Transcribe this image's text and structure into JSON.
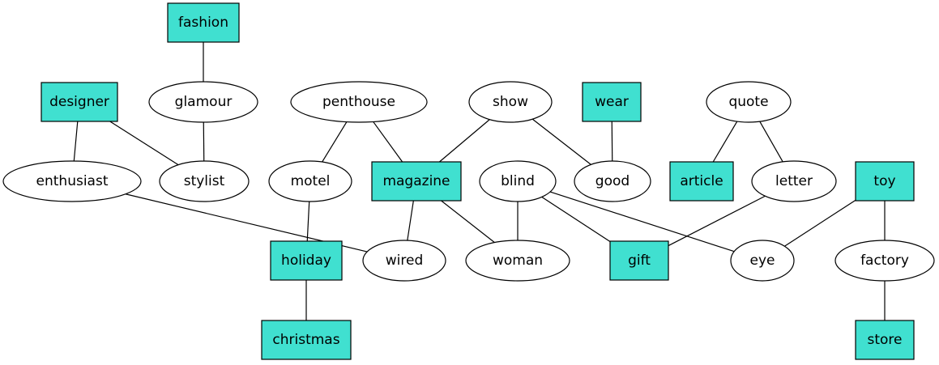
{
  "colors": {
    "box_fill": "#40E0D0",
    "ellipse_fill": "#ffffff",
    "stroke": "#000000"
  },
  "nodes": [
    {
      "id": "fashion",
      "label": "fashion",
      "shape": "box"
    },
    {
      "id": "designer",
      "label": "designer",
      "shape": "box"
    },
    {
      "id": "glamour",
      "label": "glamour",
      "shape": "ellipse"
    },
    {
      "id": "penthouse",
      "label": "penthouse",
      "shape": "ellipse"
    },
    {
      "id": "show",
      "label": "show",
      "shape": "ellipse"
    },
    {
      "id": "wear",
      "label": "wear",
      "shape": "box"
    },
    {
      "id": "quote",
      "label": "quote",
      "shape": "ellipse"
    },
    {
      "id": "enthusiast",
      "label": "enthusiast",
      "shape": "ellipse"
    },
    {
      "id": "stylist",
      "label": "stylist",
      "shape": "ellipse"
    },
    {
      "id": "motel",
      "label": "motel",
      "shape": "ellipse"
    },
    {
      "id": "magazine",
      "label": "magazine",
      "shape": "box"
    },
    {
      "id": "blind",
      "label": "blind",
      "shape": "ellipse"
    },
    {
      "id": "good",
      "label": "good",
      "shape": "ellipse"
    },
    {
      "id": "article",
      "label": "article",
      "shape": "box"
    },
    {
      "id": "letter",
      "label": "letter",
      "shape": "ellipse"
    },
    {
      "id": "toy",
      "label": "toy",
      "shape": "box"
    },
    {
      "id": "holiday",
      "label": "holiday",
      "shape": "box"
    },
    {
      "id": "wired",
      "label": "wired",
      "shape": "ellipse"
    },
    {
      "id": "woman",
      "label": "woman",
      "shape": "ellipse"
    },
    {
      "id": "gift",
      "label": "gift",
      "shape": "box"
    },
    {
      "id": "eye",
      "label": "eye",
      "shape": "ellipse"
    },
    {
      "id": "factory",
      "label": "factory",
      "shape": "ellipse"
    },
    {
      "id": "christmas",
      "label": "christmas",
      "shape": "box"
    },
    {
      "id": "store",
      "label": "store",
      "shape": "box"
    }
  ],
  "edges": [
    [
      "fashion",
      "glamour"
    ],
    [
      "glamour",
      "stylist"
    ],
    [
      "designer",
      "enthusiast"
    ],
    [
      "designer",
      "stylist"
    ],
    [
      "enthusiast",
      "wired"
    ],
    [
      "penthouse",
      "motel"
    ],
    [
      "penthouse",
      "magazine"
    ],
    [
      "show",
      "magazine"
    ],
    [
      "show",
      "good"
    ],
    [
      "wear",
      "good"
    ],
    [
      "quote",
      "article"
    ],
    [
      "quote",
      "letter"
    ],
    [
      "motel",
      "holiday"
    ],
    [
      "holiday",
      "christmas"
    ],
    [
      "magazine",
      "wired"
    ],
    [
      "magazine",
      "woman"
    ],
    [
      "blind",
      "woman"
    ],
    [
      "blind",
      "gift"
    ],
    [
      "blind",
      "eye"
    ],
    [
      "letter",
      "gift"
    ],
    [
      "toy",
      "eye"
    ],
    [
      "toy",
      "factory"
    ],
    [
      "factory",
      "store"
    ]
  ]
}
